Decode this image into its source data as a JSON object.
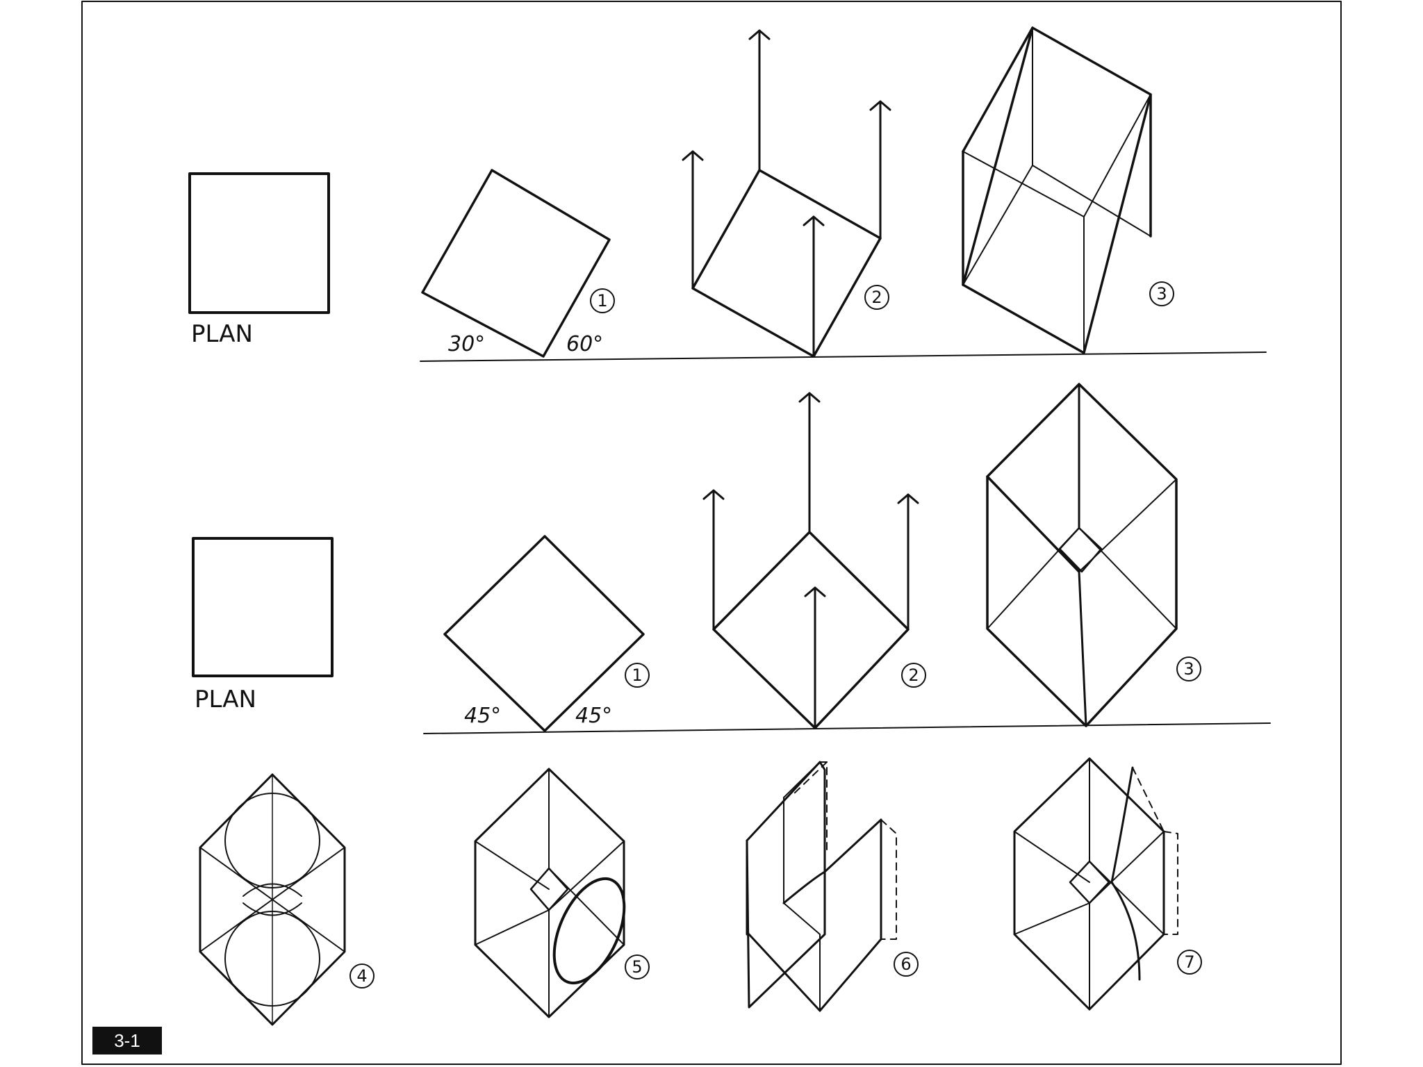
{
  "row1": {
    "plan_label": "PLAN",
    "angle_left": "30°",
    "angle_right": "60°",
    "steps": [
      "1",
      "2",
      "3"
    ]
  },
  "row2": {
    "plan_label": "PLAN",
    "angle_left": "45°",
    "angle_right": "45°",
    "steps": [
      "1",
      "2",
      "3"
    ]
  },
  "row3": {
    "steps": [
      "4",
      "5",
      "6",
      "7"
    ]
  },
  "figure_badge": "3-1",
  "colors": {
    "ink": "#111111",
    "badge": "#111111",
    "background": "#ffffff"
  }
}
